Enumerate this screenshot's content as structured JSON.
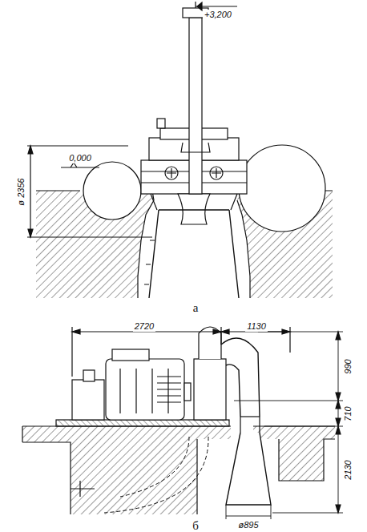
{
  "diagram": {
    "labels": [
      "+3,200",
      "0,000",
      "ø 2356",
      "а",
      "2720",
      "1130",
      "990",
      "710",
      "2130",
      "ø895",
      "б"
    ]
  }
}
